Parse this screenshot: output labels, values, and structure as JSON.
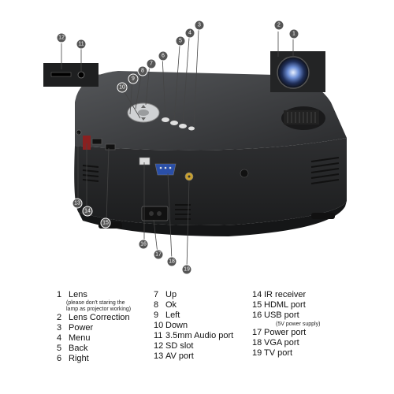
{
  "callouts": [
    "1",
    "2",
    "3",
    "4",
    "5",
    "6",
    "7",
    "8",
    "9",
    "10",
    "11",
    "12",
    "13",
    "14",
    "15",
    "16",
    "17",
    "18",
    "19"
  ],
  "legend": {
    "col1": [
      {
        "num": "1",
        "label": "Lens"
      },
      {
        "note": "(please don't staring the"
      },
      {
        "note": "lamp as projector working)"
      },
      {
        "num": "2",
        "label": "Lens Correction"
      },
      {
        "num": "3",
        "label": "Power"
      },
      {
        "num": "4",
        "label": "Menu"
      },
      {
        "num": "5",
        "label": "Back"
      },
      {
        "num": "6",
        "label": "Right"
      }
    ],
    "col2": [
      {
        "num": "7",
        "label": "Up"
      },
      {
        "num": "8",
        "label": "Ok"
      },
      {
        "num": "9",
        "label": "Left"
      },
      {
        "num": "10",
        "label": "Down"
      },
      {
        "num": "11",
        "label": "3.5mm Audio port"
      },
      {
        "num": "12",
        "label": "SD slot"
      },
      {
        "num": "13",
        "label": "AV port"
      }
    ],
    "col3": [
      {
        "num": "14",
        "label": "IR receiver"
      },
      {
        "num": "15",
        "label": "HDML port"
      },
      {
        "num": "16",
        "label": "USB port"
      },
      {
        "note2": "(5V power supply)"
      },
      {
        "num": "17",
        "label": "Power port"
      },
      {
        "num": "18",
        "label": "VGA port"
      },
      {
        "num": "19",
        "label": "TV port"
      }
    ]
  },
  "colors": {
    "body": "#2b2c2e",
    "body_top": "#3a3b3d",
    "callout": "#555555",
    "lens_blue": "#3b5fb0"
  }
}
